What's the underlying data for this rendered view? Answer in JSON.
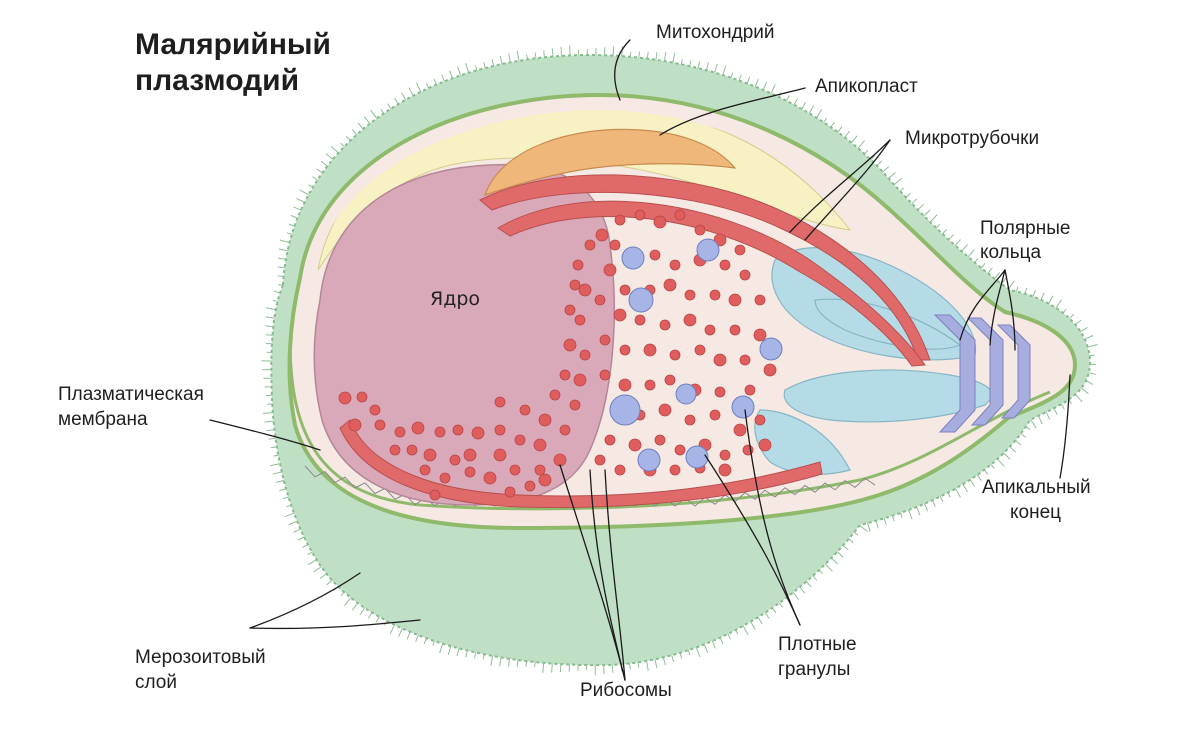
{
  "title": {
    "line1": "Малярийный",
    "line2": "плазмодий"
  },
  "labels": {
    "mitochondrion": "Митохондрий",
    "apicoplast": "Апикопласт",
    "microtubules": "Микротрубочки",
    "polar_rings_1": "Полярные",
    "polar_rings_2": "кольца",
    "plasma_membrane_1": "Плазматическая",
    "plasma_membrane_2": "мембрана",
    "nucleus": "Ядро",
    "apical_end_1": "Апикальный",
    "apical_end_2": "конец",
    "merozoite_layer_1": "Мерозоитовый",
    "merozoite_layer_2": "слой",
    "dense_granules_1": "Плотные",
    "dense_granules_2": "гранулы",
    "ribosomes": "Рибосомы"
  },
  "colors": {
    "merozoite_coat": "#bfe0c4",
    "membrane": "#9bc27a",
    "mitochondrion": "#f7f1c4",
    "apicoplast": "#efb77a",
    "cytoplasm": "#f6e9e4",
    "nucleus": "#d9a9ba",
    "microtubule": "#e06a6a",
    "ribosome": "#e05d5d",
    "dense_granule": "#a6b5e6",
    "rhoptry": "#b5dbe6",
    "polar_ring": "#a8addf"
  }
}
